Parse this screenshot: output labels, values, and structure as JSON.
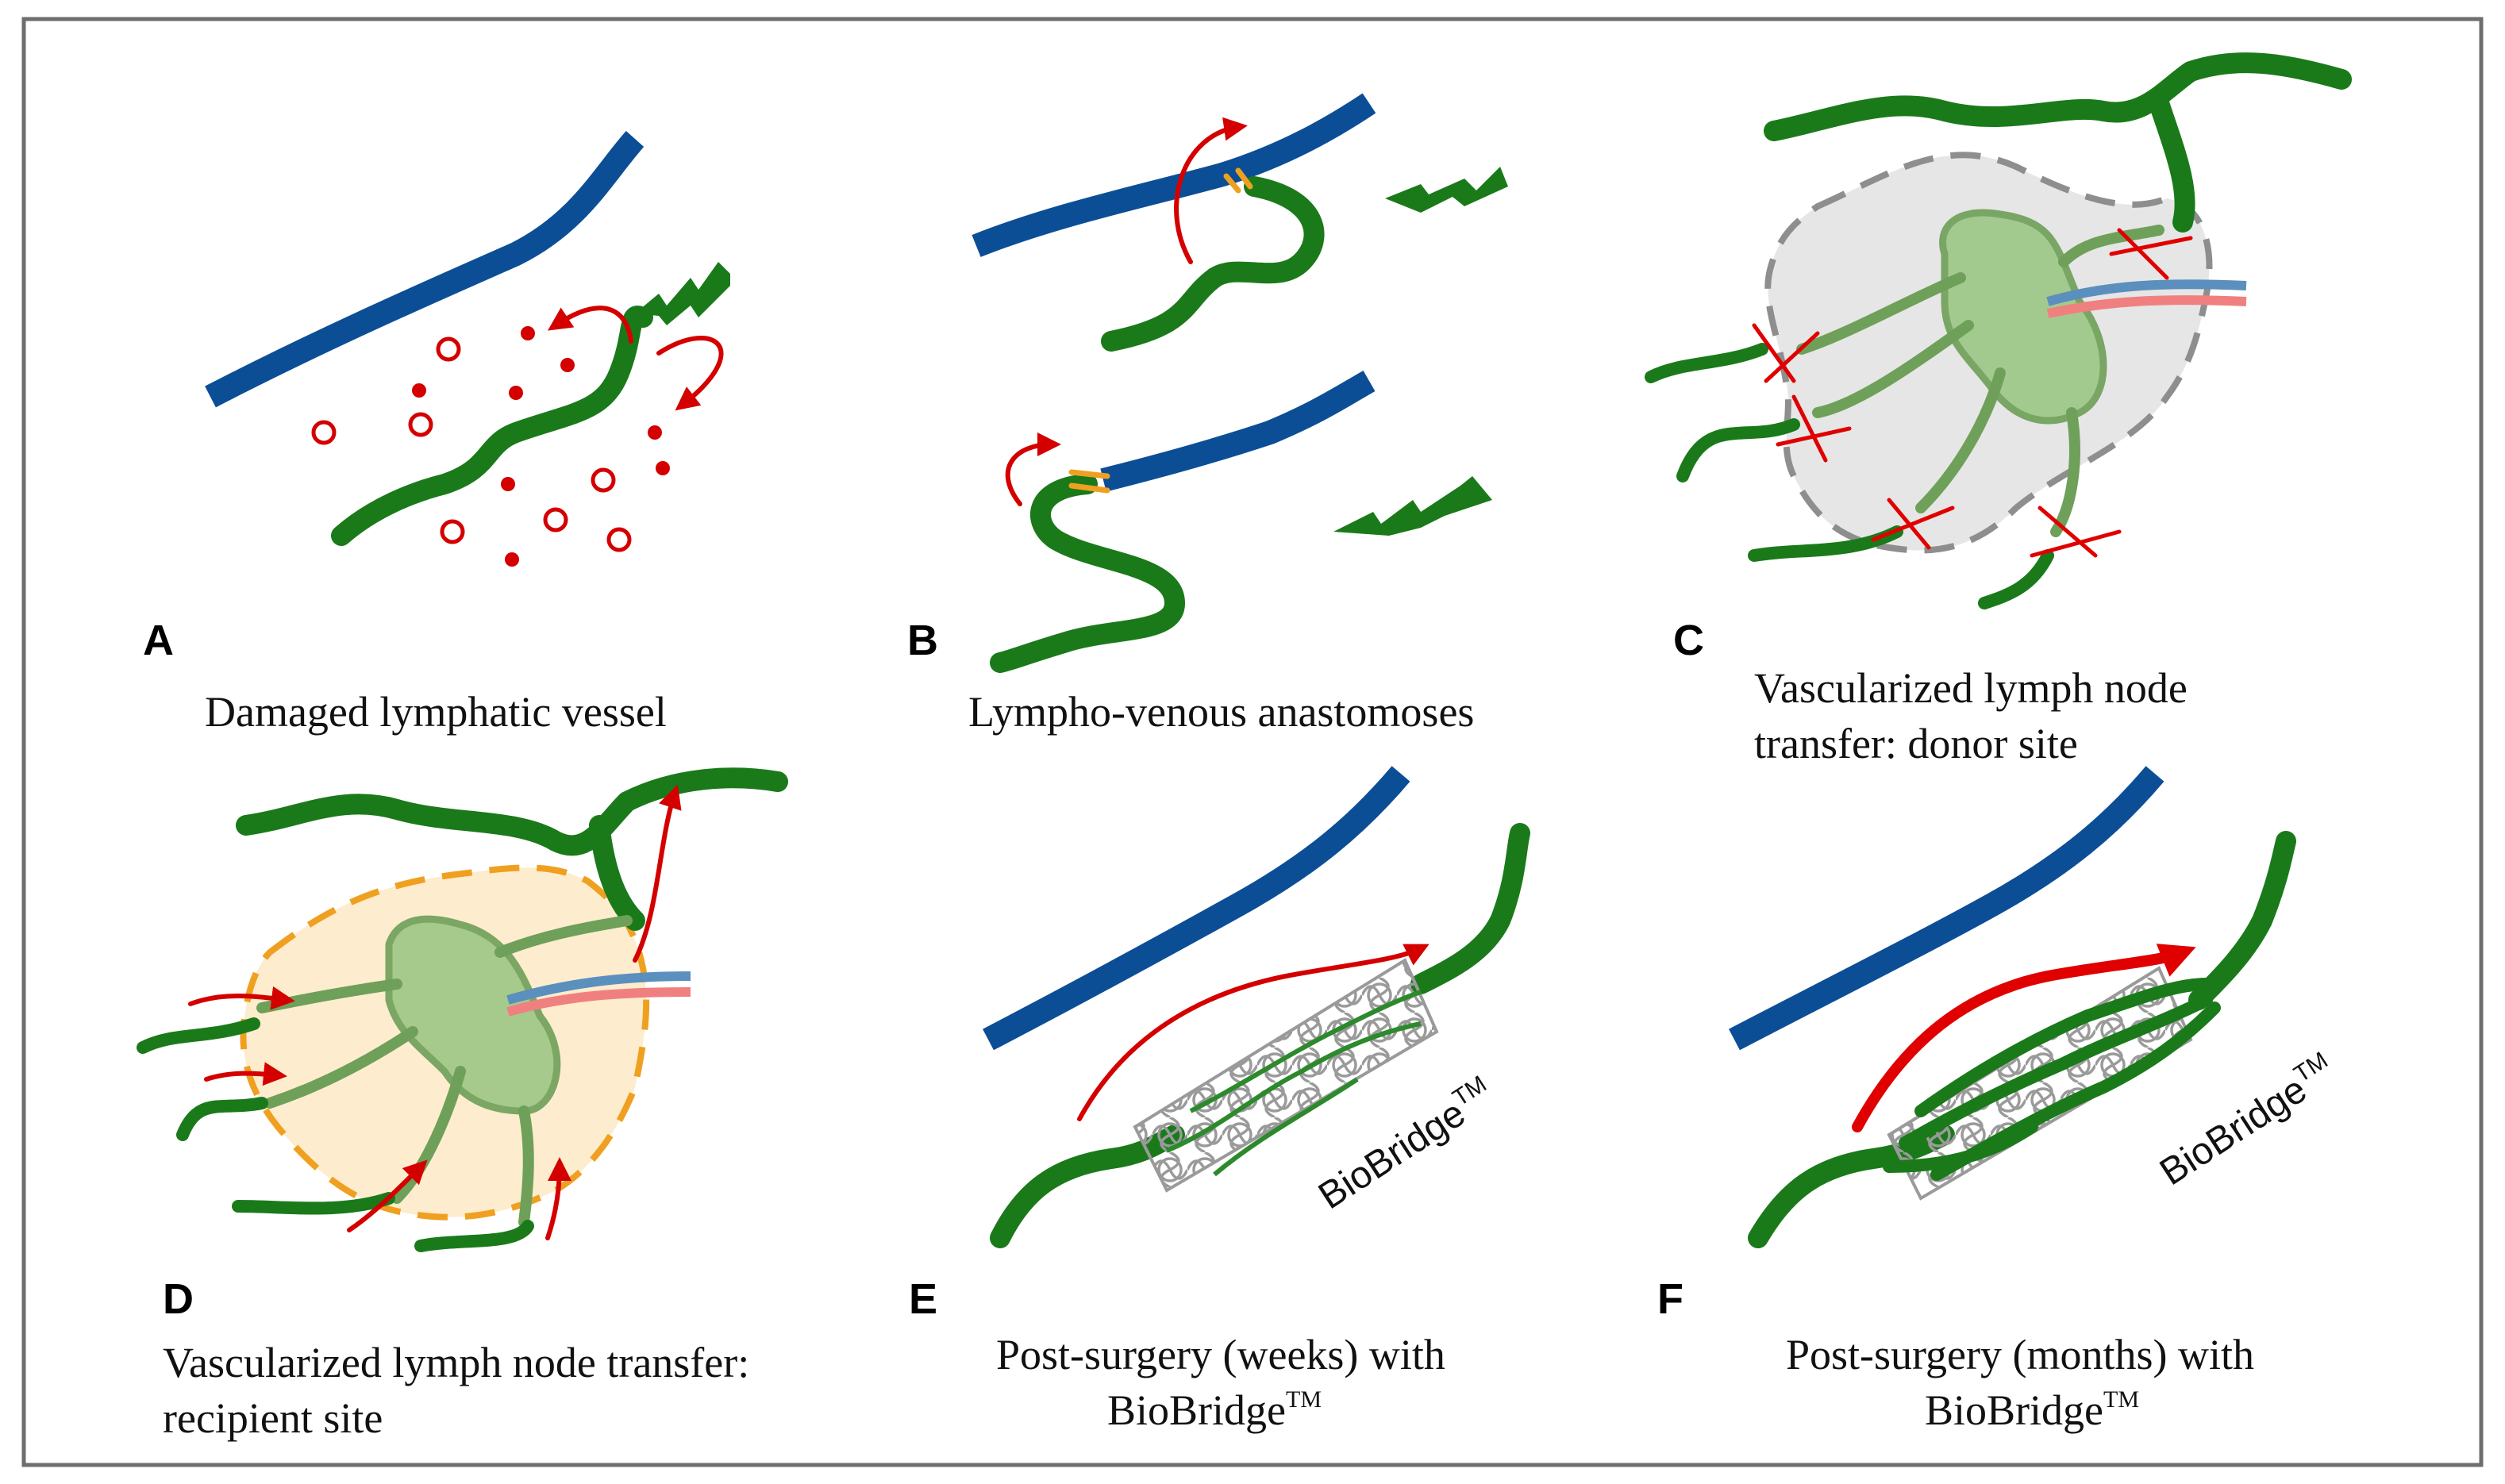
{
  "panels": [
    {
      "letter": "A",
      "caption_lines": [
        "Damaged lymphatic vessel"
      ]
    },
    {
      "letter": "B",
      "caption_lines": [
        "Lympho-venous anastomoses"
      ]
    },
    {
      "letter": "C",
      "caption_lines": [
        "Vascularized lymph node",
        "transfer: donor site"
      ]
    },
    {
      "letter": "D",
      "caption_lines": [
        "Vascularized lymph node transfer:",
        "recipient site"
      ]
    },
    {
      "letter": "E",
      "caption_lines": [
        "Post-surgery (weeks) with",
        "BioBridge"
      ],
      "caption_sup": "TM"
    },
    {
      "letter": "F",
      "caption_lines": [
        "Post-surgery (months) with",
        "BioBridge"
      ],
      "caption_sup": "TM"
    }
  ],
  "scaffold_label": {
    "text": "BioBridge",
    "sup": "TM"
  },
  "colors": {
    "vein": "#0b4e96",
    "lymphatic": "#1a7a1a",
    "flow_arrow": "#d40000",
    "lymph_node": "#9cc785",
    "donor_pad": "#e6e6e6",
    "recipient_pad": "#fdeccd",
    "suture": "#f0a020",
    "scaffold": "#9a9a9a"
  }
}
